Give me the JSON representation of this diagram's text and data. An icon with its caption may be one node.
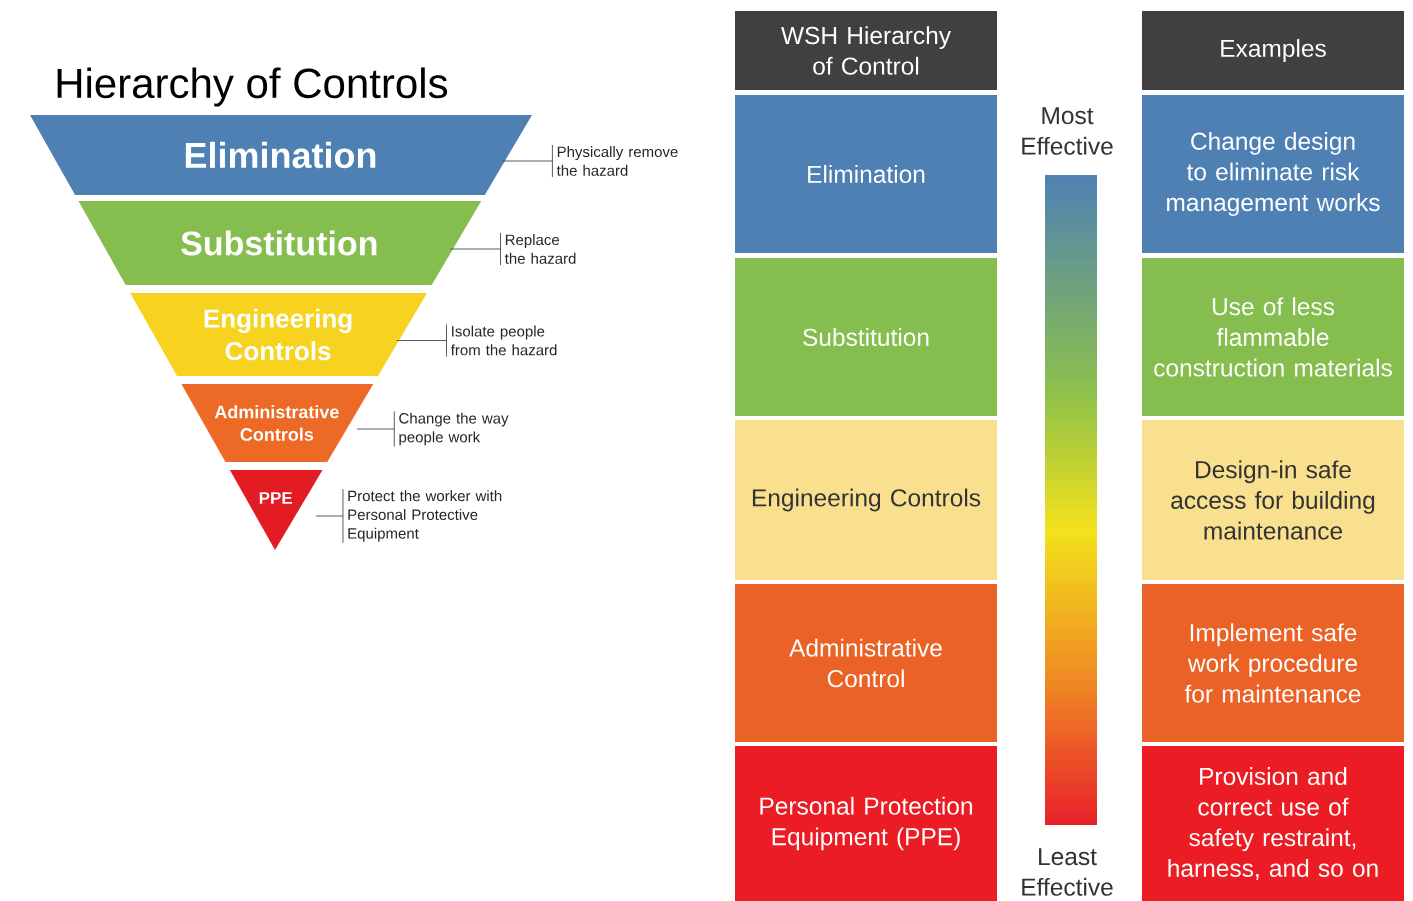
{
  "diagram": {
    "title": "Hierarchy of Controls",
    "nodes": [
      {
        "text": [
          "Elimination"
        ]
      },
      {
        "text": [
          "Substitution"
        ]
      },
      {
        "text": [
          "Engineering Controls"
        ]
      },
      {
        "text": [
          "Administrative Controls"
        ]
      },
      {
        "text": [
          "PPE"
        ]
      },
      {
        "text": [
          "Physically remove the hazard"
        ]
      },
      {
        "text": [
          "Replace the hazard"
        ]
      },
      {
        "text": [
          "Isolate people from the hazard"
        ]
      },
      {
        "text": [
          "Change the way people work"
        ]
      },
      {
        "text": [
          "Protect the worker with Personal Protective Equipment"
        ]
      },
      {
        "text": [
          "WSH Hierarchy of Control"
        ]
      },
      {
        "text": [
          "Elimination"
        ]
      },
      {
        "text": [
          "Substitution"
        ]
      },
      {
        "text": [
          "Engineering Controls"
        ]
      },
      {
        "text": [
          "Administrative Control"
        ]
      },
      {
        "text": [
          "Personal Protection Equipment (PPE)"
        ]
      },
      {
        "text": [
          "Examples"
        ]
      },
      {
        "text": [
          "Change design to eliminate risk management works"
        ]
      },
      {
        "text": [
          "Use of less flammable construction materials"
        ]
      },
      {
        "text": [
          "Design-in safe access for building maintenance"
        ]
      },
      {
        "text": [
          "Implement safe work procedure for maintenance"
        ]
      },
      {
        "text": [
          "Provision and correct use of safety restraint, harness, and so on"
        ]
      }
    ],
    "edges": [
      {
        "from": 5,
        "to": 0,
        "arrow": "none"
      },
      {
        "from": 6,
        "to": 1,
        "arrow": "none"
      },
      {
        "from": 7,
        "to": 2,
        "arrow": "none"
      },
      {
        "from": 8,
        "to": 3,
        "arrow": "none"
      },
      {
        "from": 9,
        "to": 4,
        "arrow": "none"
      }
    ],
    "labels": [
      "Most Effective",
      "Least Effective"
    ]
  }
}
